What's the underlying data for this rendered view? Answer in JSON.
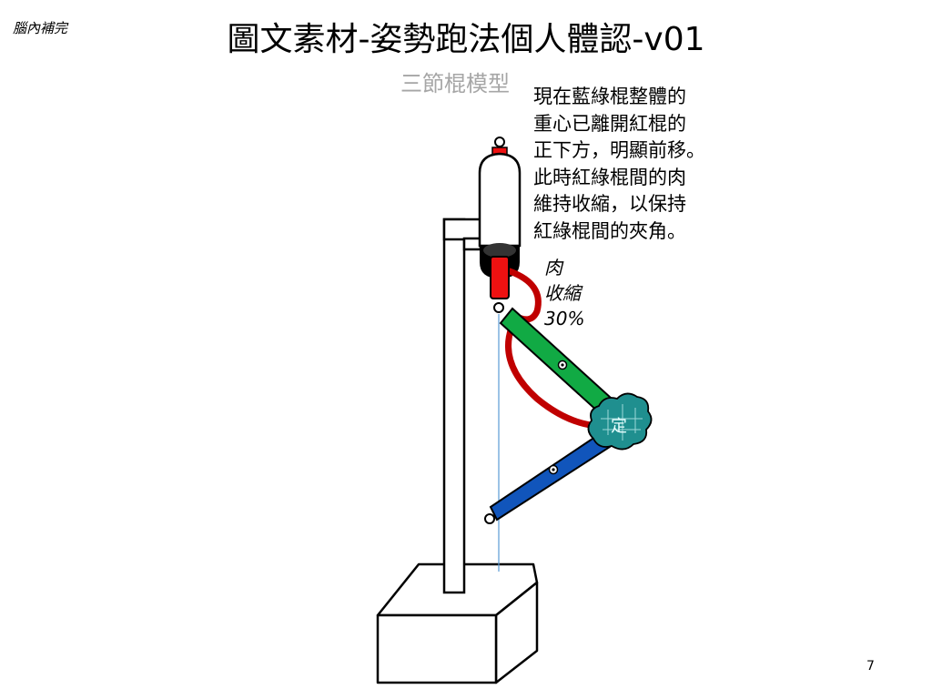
{
  "header": {
    "corner_label": "腦內補完",
    "title": "圖文素材-姿勢跑法個人體認-v01",
    "subtitle": "三節棍模型"
  },
  "description": {
    "lines": [
      "現在藍綠棍整體的",
      "重心已離開紅棍的",
      "正下方，明顯前移。",
      "此時紅綠棍間的肉",
      "維持收縮，以保持",
      "紅綠棍間的夾角。"
    ]
  },
  "muscle_label": {
    "lines": [
      "肉",
      "收縮",
      "30%"
    ]
  },
  "knot_label": "定",
  "footer": {
    "page_number": "7"
  },
  "colors": {
    "red_rod": "#ee1111",
    "green_rod": "#11aa44",
    "blue_rod": "#1155bb",
    "muscle": "#c00000",
    "knot": "#1f8f8f",
    "plumb_line": "#5b9bd5"
  }
}
